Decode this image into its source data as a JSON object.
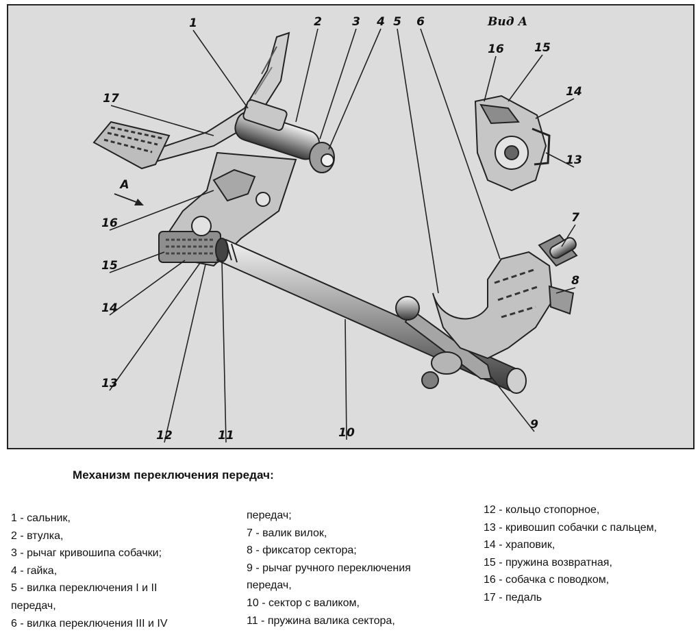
{
  "figure": {
    "view_label": "Вид А",
    "arrow_label": "A",
    "callouts": [
      "1",
      "2",
      "3",
      "4",
      "5",
      "6",
      "7",
      "8",
      "9",
      "10",
      "11",
      "12",
      "13",
      "14",
      "15",
      "16",
      "17"
    ],
    "callouts_view": [
      "16",
      "15",
      "14",
      "13"
    ]
  },
  "caption": {
    "title": "Механизм  переключения передач:",
    "col1": [
      "1 - сальник,",
      "2 - втулка,",
      "3 - рычаг кривошипа собачки;",
      "4 - гайка,",
      "5 - вилка переключения I и II",
      "передач,",
      "6 - вилка переключения III и IV"
    ],
    "col2": [
      "передач;",
      "7 - валик вилок,",
      "8 - фиксатор сектора;",
      "9 - рычаг ручного переключения",
      "передач,",
      "10 - сектор с валиком,",
      "11 - пружина валика сектора,"
    ],
    "col3": [
      "12 - кольцо стопорное,",
      "13 - кривошип собачки с пальцем,",
      "14 - храповик,",
      "15 - пружина возвратная,",
      "16 - собачка с поводком,",
      "17 - педаль"
    ]
  }
}
